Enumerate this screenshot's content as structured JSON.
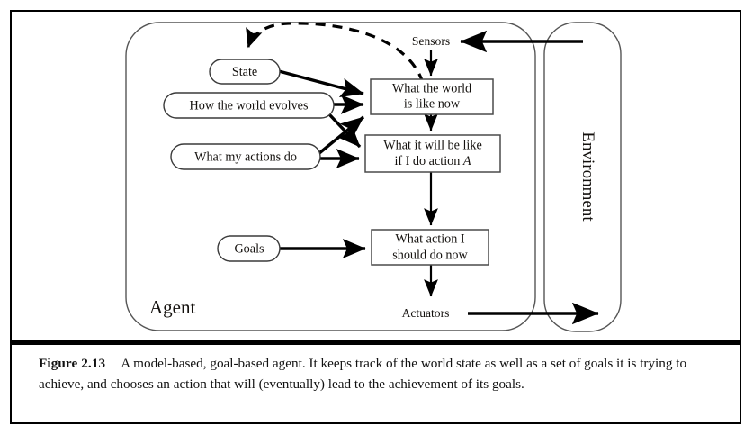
{
  "figure": {
    "label": "Figure 2.13",
    "caption": "A model-based, goal-based agent. It keeps track of the world state as well as a set of goals it is trying to achieve, and chooses an action that will (eventually) lead to the achievement of its goals."
  },
  "diagram": {
    "type": "agent-architecture",
    "containers": [
      {
        "id": "agent",
        "label": "Agent"
      },
      {
        "id": "environment",
        "label": "Environment"
      }
    ],
    "io_ports": [
      {
        "id": "sensors",
        "label": "Sensors"
      },
      {
        "id": "actuators",
        "label": "Actuators"
      }
    ],
    "knowledge_nodes": [
      {
        "id": "state",
        "label": "State",
        "shape": "stadium"
      },
      {
        "id": "world-evolves",
        "label": "How the world evolves",
        "shape": "stadium"
      },
      {
        "id": "my-actions",
        "label": "What my actions do",
        "shape": "stadium"
      },
      {
        "id": "goals",
        "label": "Goals",
        "shape": "stadium"
      }
    ],
    "process_boxes": [
      {
        "id": "world-now",
        "shape": "rect",
        "lines": [
          "What the world",
          "is like now"
        ]
      },
      {
        "id": "world-after-action",
        "shape": "rect",
        "lines": [
          "What it will be like",
          "if I do action "
        ],
        "italic_suffix": "A"
      },
      {
        "id": "action-choice",
        "shape": "rect",
        "lines": [
          "What action I",
          "should do now"
        ]
      }
    ],
    "edges": [
      {
        "from": "sensors",
        "to": "world-now",
        "style": "solid"
      },
      {
        "from": "world-now",
        "to": "state",
        "style": "dashed"
      },
      {
        "from": "state",
        "to": "world-now",
        "style": "solid"
      },
      {
        "from": "world-evolves",
        "to": "world-now",
        "style": "solid"
      },
      {
        "from": "world-evolves",
        "to": "world-after-action",
        "style": "solid"
      },
      {
        "from": "my-actions",
        "to": "world-now",
        "style": "solid"
      },
      {
        "from": "my-actions",
        "to": "world-after-action",
        "style": "solid"
      },
      {
        "from": "world-now",
        "to": "world-after-action",
        "style": "solid"
      },
      {
        "from": "world-after-action",
        "to": "action-choice",
        "style": "solid"
      },
      {
        "from": "goals",
        "to": "action-choice",
        "style": "solid"
      },
      {
        "from": "action-choice",
        "to": "actuators",
        "style": "solid"
      },
      {
        "from": "environment",
        "to": "sensors",
        "style": "solid"
      },
      {
        "from": "actuators",
        "to": "environment",
        "style": "solid"
      }
    ]
  },
  "colors": {
    "frame": "#000000",
    "line": "#000000",
    "shape_stroke": "#3a3a3a",
    "text": "#14110e",
    "background": "#ffffff"
  }
}
